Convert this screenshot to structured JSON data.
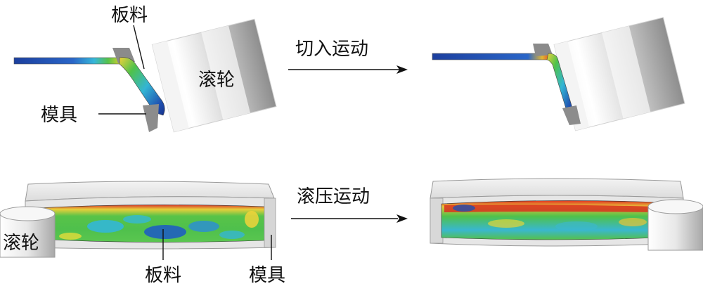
{
  "labels": {
    "sheet_top": "板料",
    "roller_top": "滚轮",
    "die_top": "模具",
    "arrow_top": "切入运动",
    "arrow_bottom": "滚压运动",
    "roller_bottom": "滚轮",
    "sheet_bottom": "板料",
    "die_bottom": "模具"
  },
  "colors": {
    "roller_light": "#e9e9e9",
    "roller_dark": "#9a9a9a",
    "die": "#8c8c8c",
    "fringe_blue": "#1f4fb0",
    "fringe_cyan": "#27b6d8",
    "fringe_green": "#4fc24a",
    "fringe_yellow": "#e8e03a",
    "fringe_red": "#e02a1c"
  }
}
